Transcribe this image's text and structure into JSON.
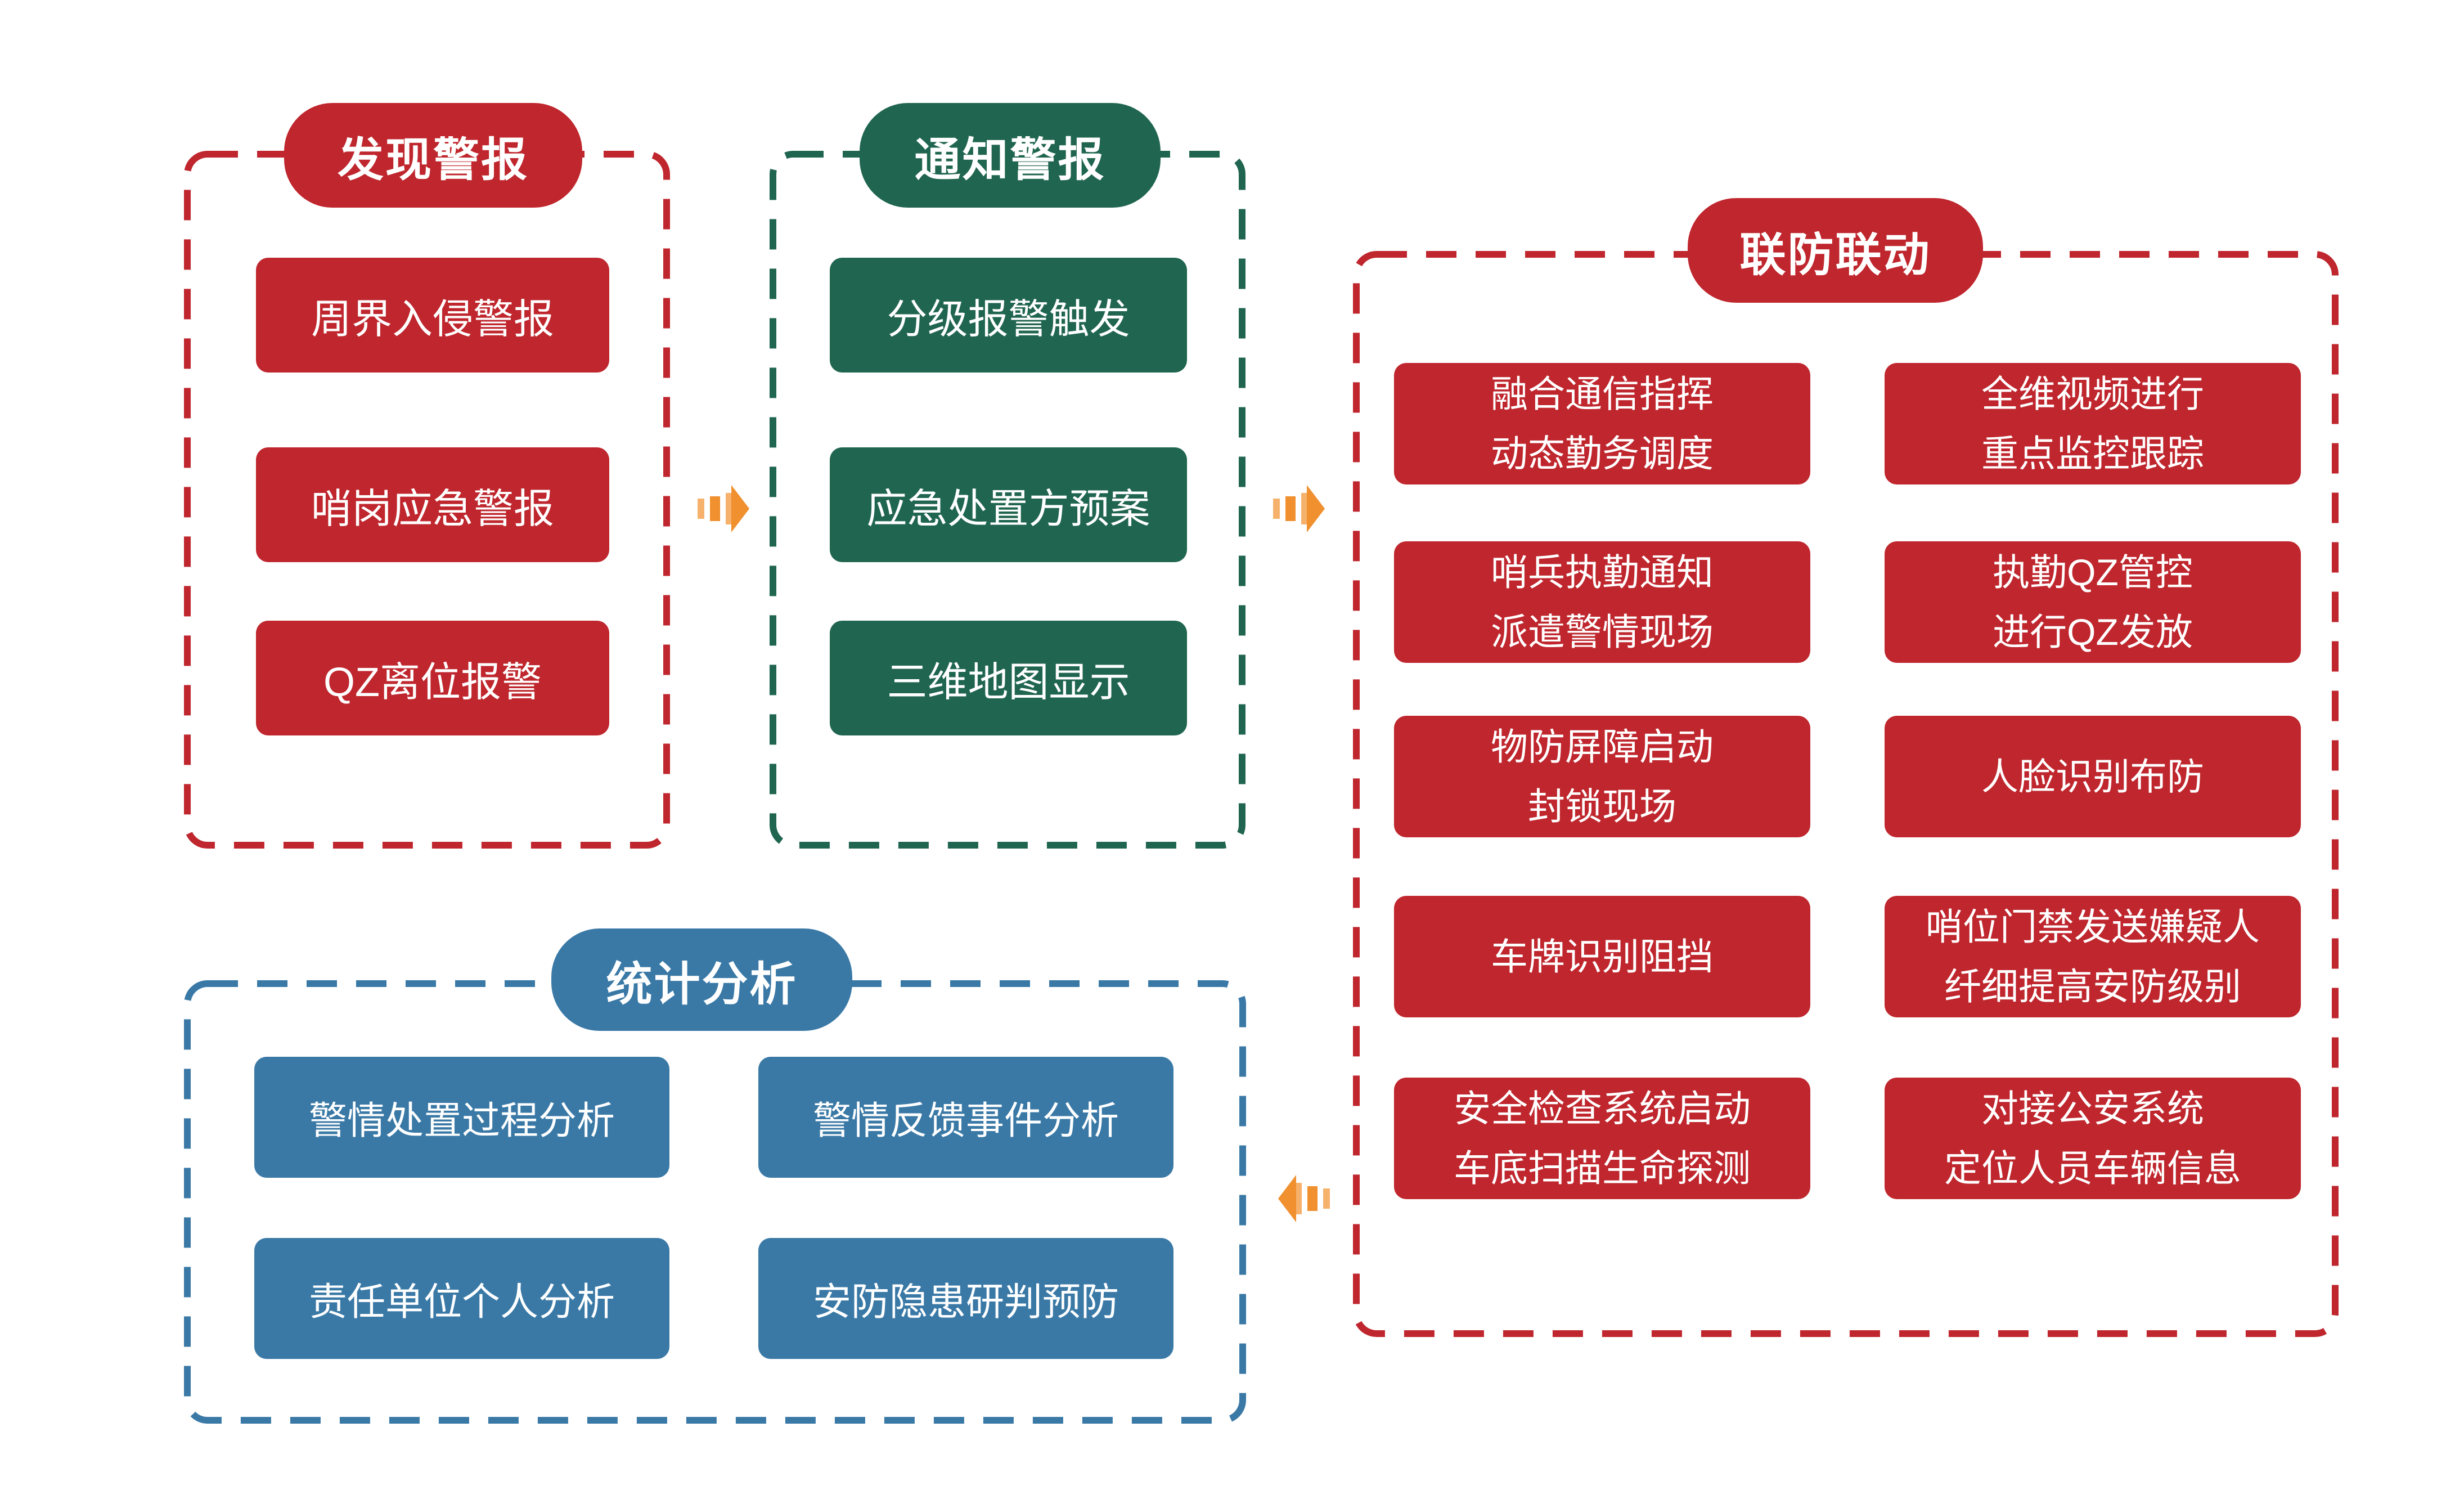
{
  "colors": {
    "red": "#BF262D",
    "green": "#20654F",
    "blue": "#3A79A6",
    "arrow_orange": "#F0902F",
    "arrow_orange_light": "#F6B26C",
    "background": "#FFFFFF"
  },
  "sections": {
    "discover": {
      "title": "发现警报",
      "boxes": [
        "周界入侵警报",
        "哨岗应急警报",
        "QZ离位报警"
      ]
    },
    "notify": {
      "title": "通知警报",
      "boxes": [
        "分级报警触发",
        "应急处置方预案",
        "三维地图显示"
      ]
    },
    "joint": {
      "title": "联防联动",
      "boxes": [
        [
          "融合通信指挥",
          "动态勤务调度"
        ],
        [
          "全维视频进行",
          "重点监控跟踪"
        ],
        [
          "哨兵执勤通知",
          "派遣警情现场"
        ],
        [
          "执勤QZ管控",
          "进行QZ发放"
        ],
        [
          "物防屏障启动",
          "封锁现场"
        ],
        [
          "人脸识别布防"
        ],
        [
          "车牌识别阻挡"
        ],
        [
          "哨位门禁发送嫌疑人",
          "纤细提高安防级别"
        ],
        [
          "安全检查系统启动",
          "车底扫描生命探测"
        ],
        [
          "对接公安系统",
          "定位人员车辆信息"
        ]
      ]
    },
    "stats": {
      "title": "统计分析",
      "boxes": [
        "警情处置过程分析",
        "警情反馈事件分析",
        "责任单位个人分析",
        "安防隐患研判预防"
      ]
    }
  },
  "icons": {
    "arrow_right_1": "flow-arrow-right",
    "arrow_right_2": "flow-arrow-right",
    "arrow_left_1": "flow-arrow-left"
  }
}
